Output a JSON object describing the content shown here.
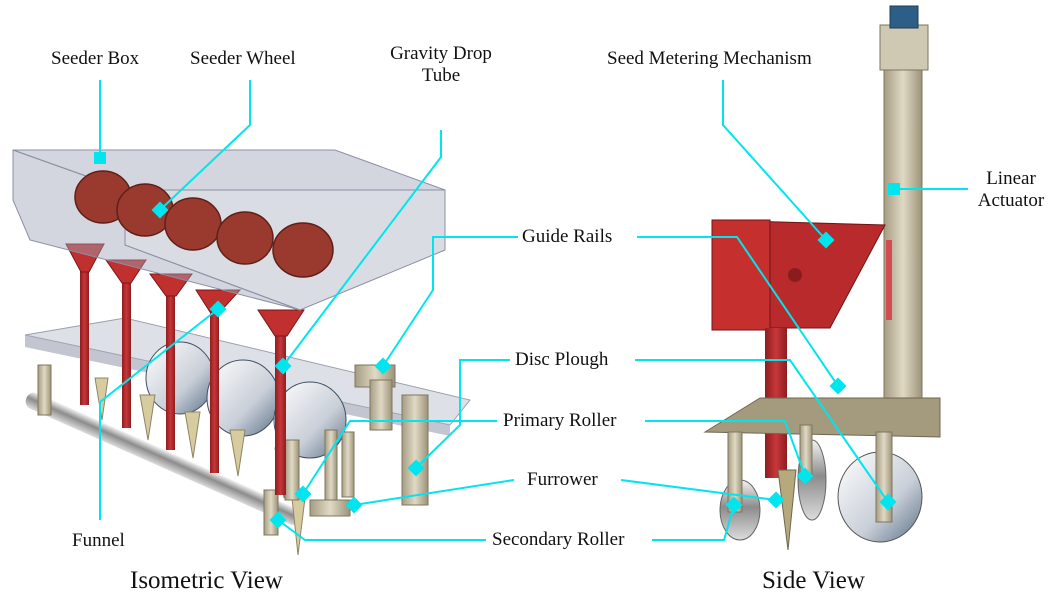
{
  "diagram": {
    "colors": {
      "leader": "#00e5ee",
      "metal_red": "#b0282a",
      "steel": "#c9c1a8",
      "glass": "#b8bccb",
      "text": "#111111",
      "background": "#ffffff"
    },
    "labels": {
      "seeder_box": "Seeder Box",
      "seeder_wheel": "Seeder Wheel",
      "gravity_drop_tube_line1": "Gravity Drop",
      "gravity_drop_tube_line2": "Tube",
      "seed_metering_mechanism": "Seed Metering Mechanism",
      "linear_actuator_line1": "Linear",
      "linear_actuator_line2": "Actuator",
      "guide_rails": "Guide Rails",
      "disc_plough": "Disc Plough",
      "primary_roller": "Primary Roller",
      "furrower": "Furrower",
      "secondary_roller": "Secondary Roller",
      "funnel": "Funnel"
    },
    "views": {
      "isometric": "Isometric View",
      "side": "Side View"
    }
  }
}
